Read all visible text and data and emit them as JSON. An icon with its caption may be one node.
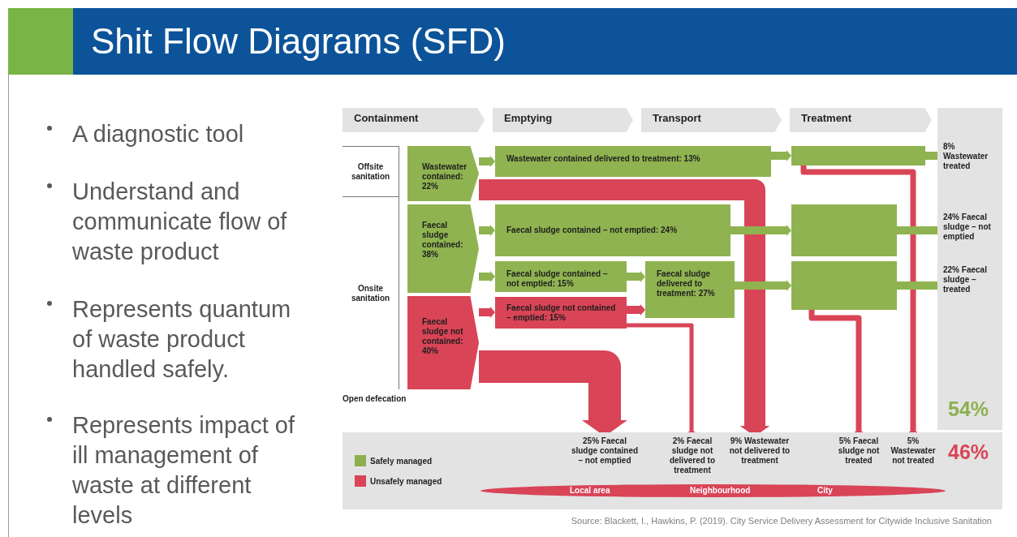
{
  "diagram": {
    "title": "Shit Flow Diagrams (SFD)",
    "caption": "Source: Blackett, I., Hawkins, P. (2019). City Service Delivery Assessment for Citywide Inclusive Sanitation",
    "nodes": [
      {
        "text": [
          "Containment"
        ]
      },
      {
        "text": [
          "Emptying"
        ]
      },
      {
        "text": [
          "Transport"
        ]
      },
      {
        "text": [
          "Treatment"
        ]
      },
      {
        "text": [
          "Offsite sanitation"
        ]
      },
      {
        "text": [
          "Onsite sanitation"
        ]
      },
      {
        "text": [
          "Open defecation"
        ]
      },
      {
        "text": [
          "Wastewater contained: 22%"
        ]
      },
      {
        "text": [
          "Faecal sludge contained: 38%"
        ]
      },
      {
        "text": [
          "Faecal sludge not contained: 40%"
        ]
      },
      {
        "text": [
          "Wastewater contained delivered to treatment: 13%"
        ]
      },
      {
        "text": [
          "Faecal sludge contained – not emptied: 24%"
        ]
      },
      {
        "text": [
          "Faecal sludge contained – not emptied: 15%"
        ]
      },
      {
        "text": [
          "Faecal sludge not contained – emptied: 15%"
        ]
      },
      {
        "text": [
          "Faecal sludge delivered to treatment: 27%"
        ]
      },
      {
        "text": [],
        "shape": "bar"
      },
      {
        "text": [],
        "shape": "bar"
      },
      {
        "text": [],
        "shape": "bar"
      },
      {
        "text": [
          "8% Wastewater treated"
        ]
      },
      {
        "text": [
          "24% Faecal sludge – not emptied"
        ]
      },
      {
        "text": [
          "22% Faecal sludge – treated"
        ]
      },
      {
        "text": [
          "25% Faecal sludge contained – not emptied"
        ]
      },
      {
        "text": [
          "2% Faecal sludge not delivered to treatment"
        ]
      },
      {
        "text": [
          "9% Wastewater not delivered to treatment"
        ]
      },
      {
        "text": [
          "5% Faecal sludge not treated"
        ]
      },
      {
        "text": [
          "5% Wastewater not treated"
        ]
      },
      {
        "text": [
          "Local area",
          "Neighbourhood",
          "City"
        ]
      }
    ],
    "edges": [
      {
        "from": 7,
        "to": 10,
        "arrow": "to"
      },
      {
        "from": 7,
        "to": 23,
        "arrow": "to",
        "style": "thick",
        "color": "#d94457"
      },
      {
        "from": 8,
        "to": 11,
        "arrow": "to"
      },
      {
        "from": 8,
        "to": 12,
        "arrow": "to"
      },
      {
        "from": 9,
        "to": 13,
        "arrow": "to",
        "color": "#d94457"
      },
      {
        "from": 9,
        "to": 21,
        "arrow": "to",
        "style": "thick",
        "color": "#d94457"
      },
      {
        "from": 10,
        "to": 15,
        "arrow": "to"
      },
      {
        "from": 11,
        "to": 16,
        "arrow": "to"
      },
      {
        "from": 12,
        "to": 14,
        "arrow": "to"
      },
      {
        "from": 13,
        "to": 14,
        "arrow": "to",
        "color": "#d94457"
      },
      {
        "from": 13,
        "to": 22,
        "arrow": "to",
        "color": "#d94457"
      },
      {
        "from": 14,
        "to": 17,
        "arrow": "to"
      },
      {
        "from": 15,
        "to": 18,
        "arrow": "to"
      },
      {
        "from": 15,
        "to": 25,
        "arrow": "to",
        "color": "#d94457"
      },
      {
        "from": 16,
        "to": 19,
        "arrow": "to"
      },
      {
        "from": 17,
        "to": 20,
        "arrow": "to"
      },
      {
        "from": 17,
        "to": 24,
        "arrow": "to",
        "color": "#d94457"
      }
    ],
    "labels": [
      "A diagnostic tool",
      "Understand and communicate flow of waste product",
      "Represents quantum of waste product handled safely.",
      "Represents impact of ill management of waste at different levels",
      "54%",
      "46%"
    ],
    "legend": [
      {
        "text": "Safely managed",
        "color": "#8db04f"
      },
      {
        "text": "Unsafely managed",
        "color": "#d94457"
      }
    ]
  }
}
